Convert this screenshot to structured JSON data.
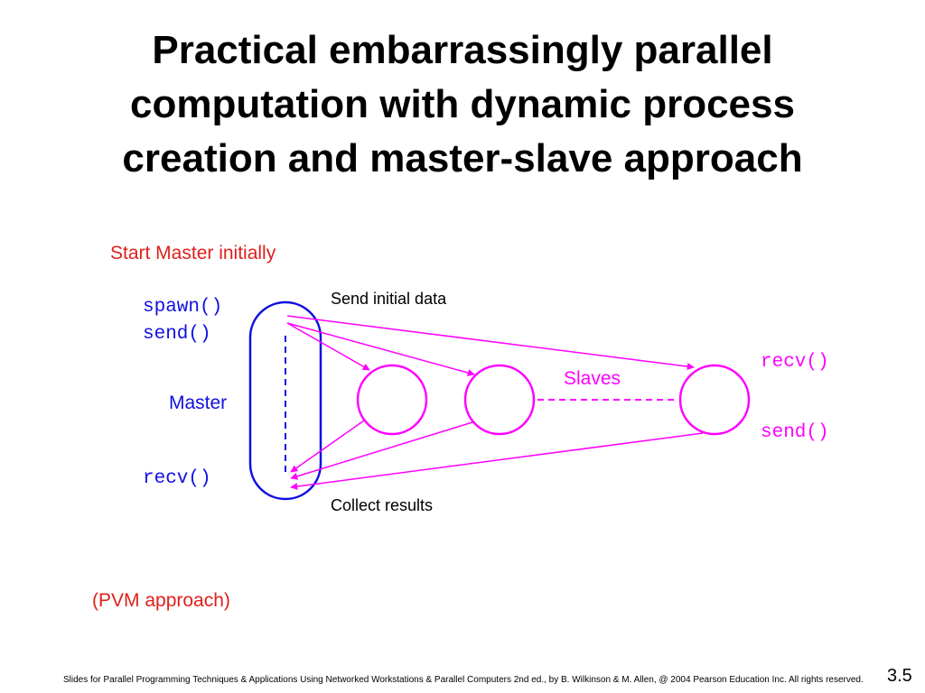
{
  "slide": {
    "title_lines": [
      "Practical embarrassingly parallel",
      "computation with dynamic process",
      "creation and master-slave approach"
    ],
    "footer": "Slides for Parallel Programming Techniques & Applications Using Networked Workstations & Parallel Computers 2nd ed., by B. Wilkinson & M. Allen, @ 2004 Pearson Education Inc. All rights reserved.",
    "page_number": "3.5"
  },
  "diagram": {
    "start_label": "Start Master initially",
    "master_label": "Master",
    "master_calls": {
      "spawn": "spawn()",
      "send": "send()",
      "recv": "recv()"
    },
    "send_initial_label": "Send initial data",
    "collect_label": "Collect results",
    "slaves_label": "Slaves",
    "slave_calls": {
      "recv": "recv()",
      "send": "send()"
    },
    "approach_note": "(PVM approach)",
    "colors": {
      "master": "#1010e0",
      "slave": "#ff00ff",
      "caption": "#e0201c",
      "text": "#000000"
    }
  }
}
